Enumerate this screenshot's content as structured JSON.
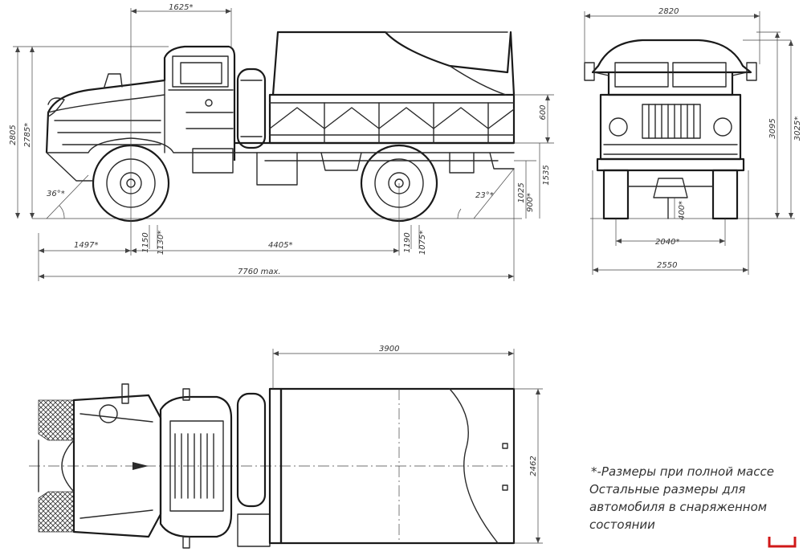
{
  "side_view": {
    "dims": {
      "cab_length": "1625*",
      "height_full": "2805",
      "height_cab": "2785*",
      "platform_side": "600",
      "approach_angle": "36°*",
      "departure_angle": "23°*",
      "front_overhang": "1497*",
      "front_tire_a": "1150",
      "front_tire_b": "1130*",
      "wheelbase": "4405*",
      "rear_tire_a": "1190",
      "rear_tire_b": "1075*",
      "rear_h1": "1025",
      "rear_h2": "900*",
      "rear_h3": "1535",
      "overall_length": "7760 max."
    }
  },
  "front_view": {
    "dims": {
      "awning_width": "2820",
      "height_a": "3095",
      "height_b": "3025*",
      "ground_clearance": "400*",
      "track": "2040*",
      "overall_width": "2550"
    }
  },
  "top_view": {
    "dims": {
      "platform_length": "3900",
      "platform_width": "2462"
    }
  },
  "note": {
    "line1": "*-Размеры при полной массе",
    "line2": "Остальные размеры для",
    "line3": "автомобиля в снаряженном",
    "line4": "состоянии"
  },
  "colors": {
    "line": "#2a2a2a",
    "corner_mark": "#d01818",
    "background": "#ffffff"
  }
}
